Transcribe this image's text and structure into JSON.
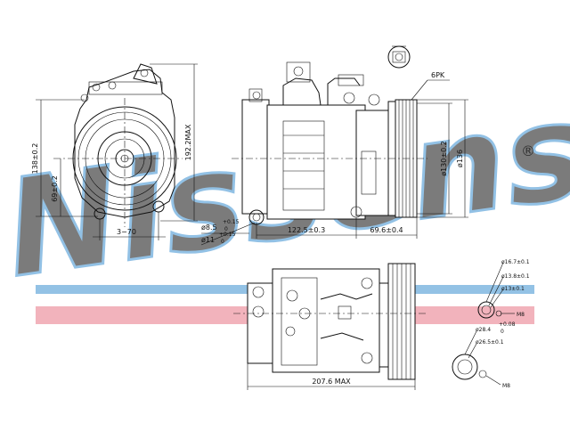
{
  "watermark": {
    "text": "Nissens",
    "symbol": "®",
    "blue": "#3a8fd0",
    "red": "#e2566b"
  },
  "dims": {
    "h138": "138±0.2",
    "h69": "69±0.2",
    "h192": "192.2MAX",
    "w3_70": "3−70",
    "d8_5": "ø8.5",
    "d8_5_tol": "+0.15",
    "d8_5_tol0": "0",
    "d11": "ø11",
    "d11_tol": "+0.15",
    "d11_tol0": "0",
    "l122": "122.5±0.3",
    "l69": "69.6±0.4",
    "pk": "6PK",
    "d130": "ø130±0.2",
    "d136": "ø136",
    "l207": "207.6 MAX",
    "d16": "ø16.7±0.1",
    "d13_8": "ø13.8±0.1",
    "d13": "ø13±0.1",
    "m8a": "M8",
    "d28": "ø28.4",
    "d28_tol": "+0.08",
    "d28_tol0": "0",
    "d26": "ø26.5±0.1",
    "m8b": "M8"
  }
}
